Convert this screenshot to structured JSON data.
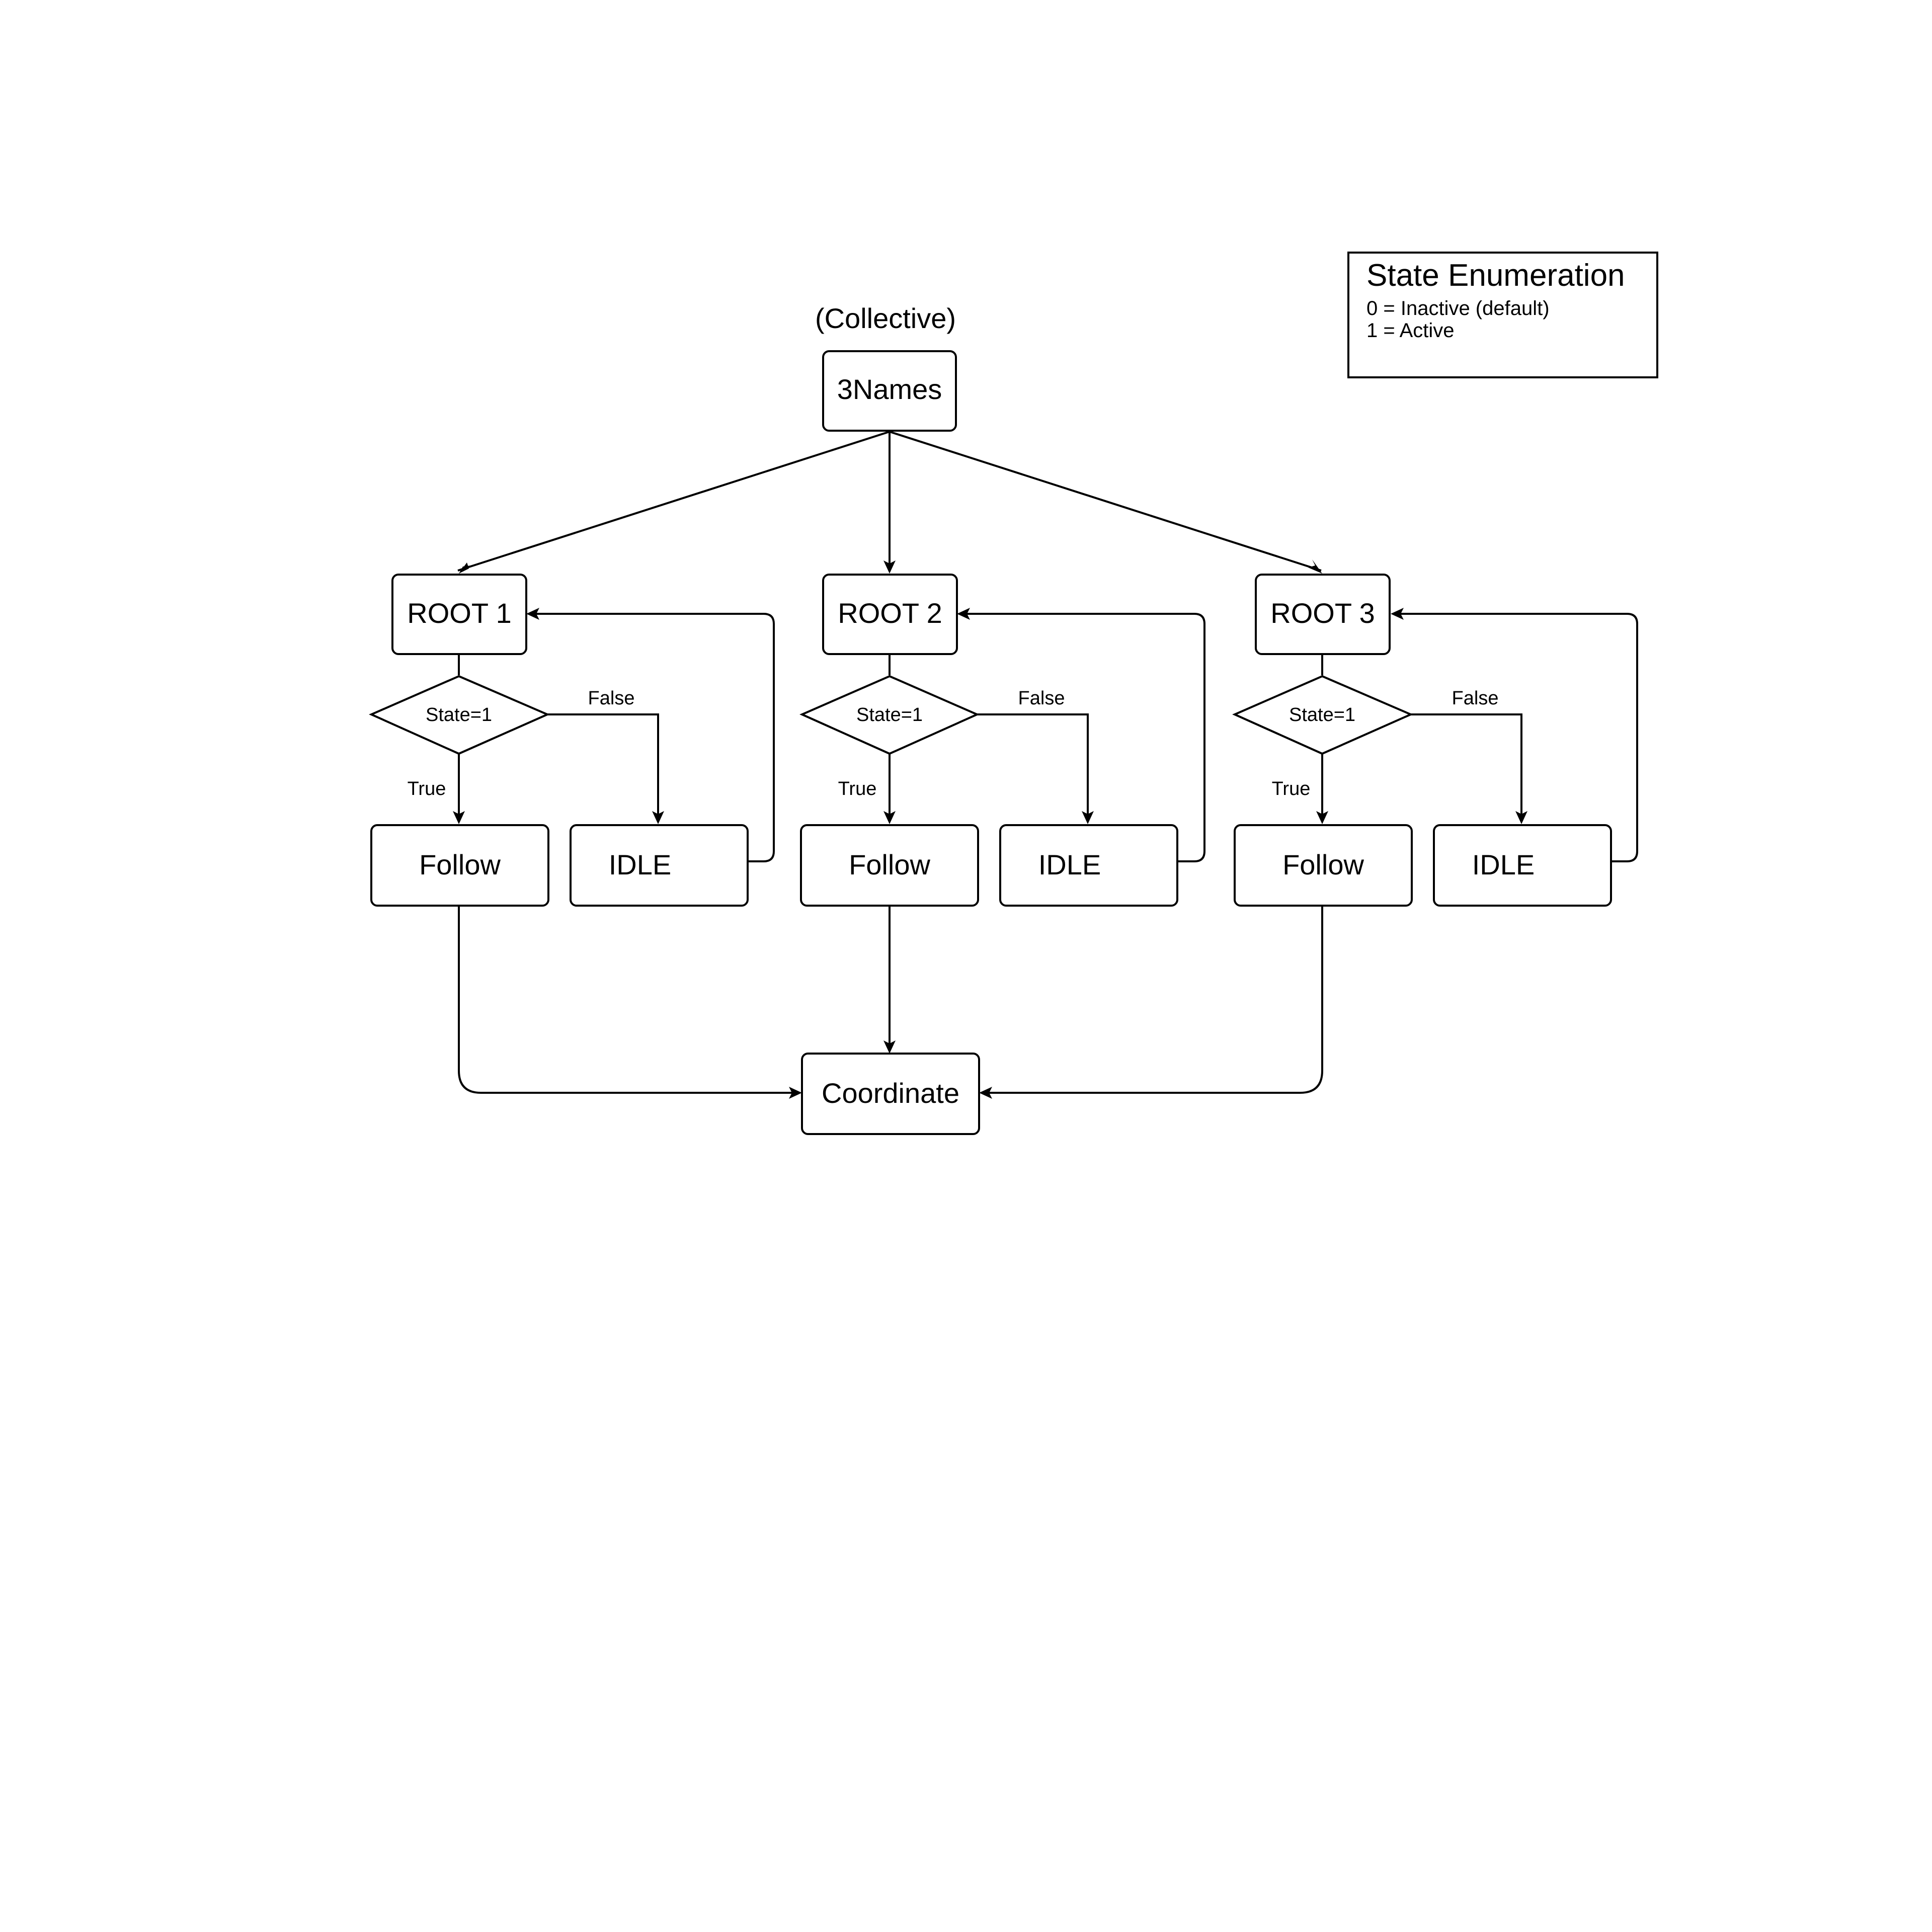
{
  "diagram": {
    "collective_label": "(Collective)",
    "top_node": "3Names",
    "branches": [
      {
        "root": "ROOT 1",
        "decision": "State=1",
        "true_label": "True",
        "false_label": "False",
        "true_node": "Follow",
        "false_node": "IDLE"
      },
      {
        "root": "ROOT 2",
        "decision": "State=1",
        "true_label": "True",
        "false_label": "False",
        "true_node": "Follow",
        "false_node": "IDLE"
      },
      {
        "root": "ROOT 3",
        "decision": "State=1",
        "true_label": "True",
        "false_label": "False",
        "true_node": "Follow",
        "false_node": "IDLE"
      }
    ],
    "bottom_node": "Coordinate"
  },
  "legend": {
    "title": "State Enumeration",
    "lines": [
      "0 = Inactive (default)",
      "1 = Active"
    ]
  }
}
